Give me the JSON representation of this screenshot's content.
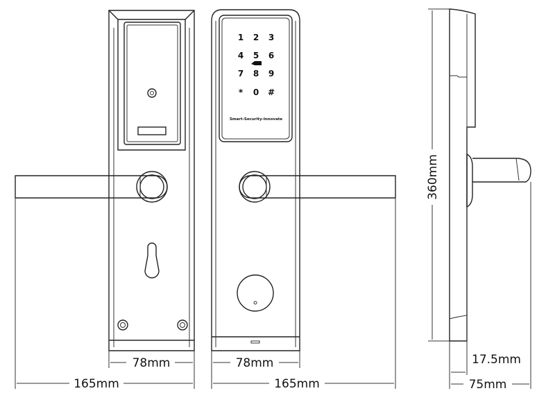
{
  "diagram": {
    "keypad": {
      "keys": [
        "1",
        "2",
        "3",
        "4",
        "5",
        "6",
        "7",
        "8",
        "9",
        "*",
        "0",
        "#"
      ],
      "slogan": "Smart-Security-Innovate"
    },
    "dimensions": {
      "front_width_left": "78mm",
      "total_width_left": "165mm",
      "front_width_right": "78mm",
      "total_width_right": "165mm",
      "height": "360mm",
      "body_depth": "17.5mm",
      "total_depth": "75mm"
    }
  }
}
